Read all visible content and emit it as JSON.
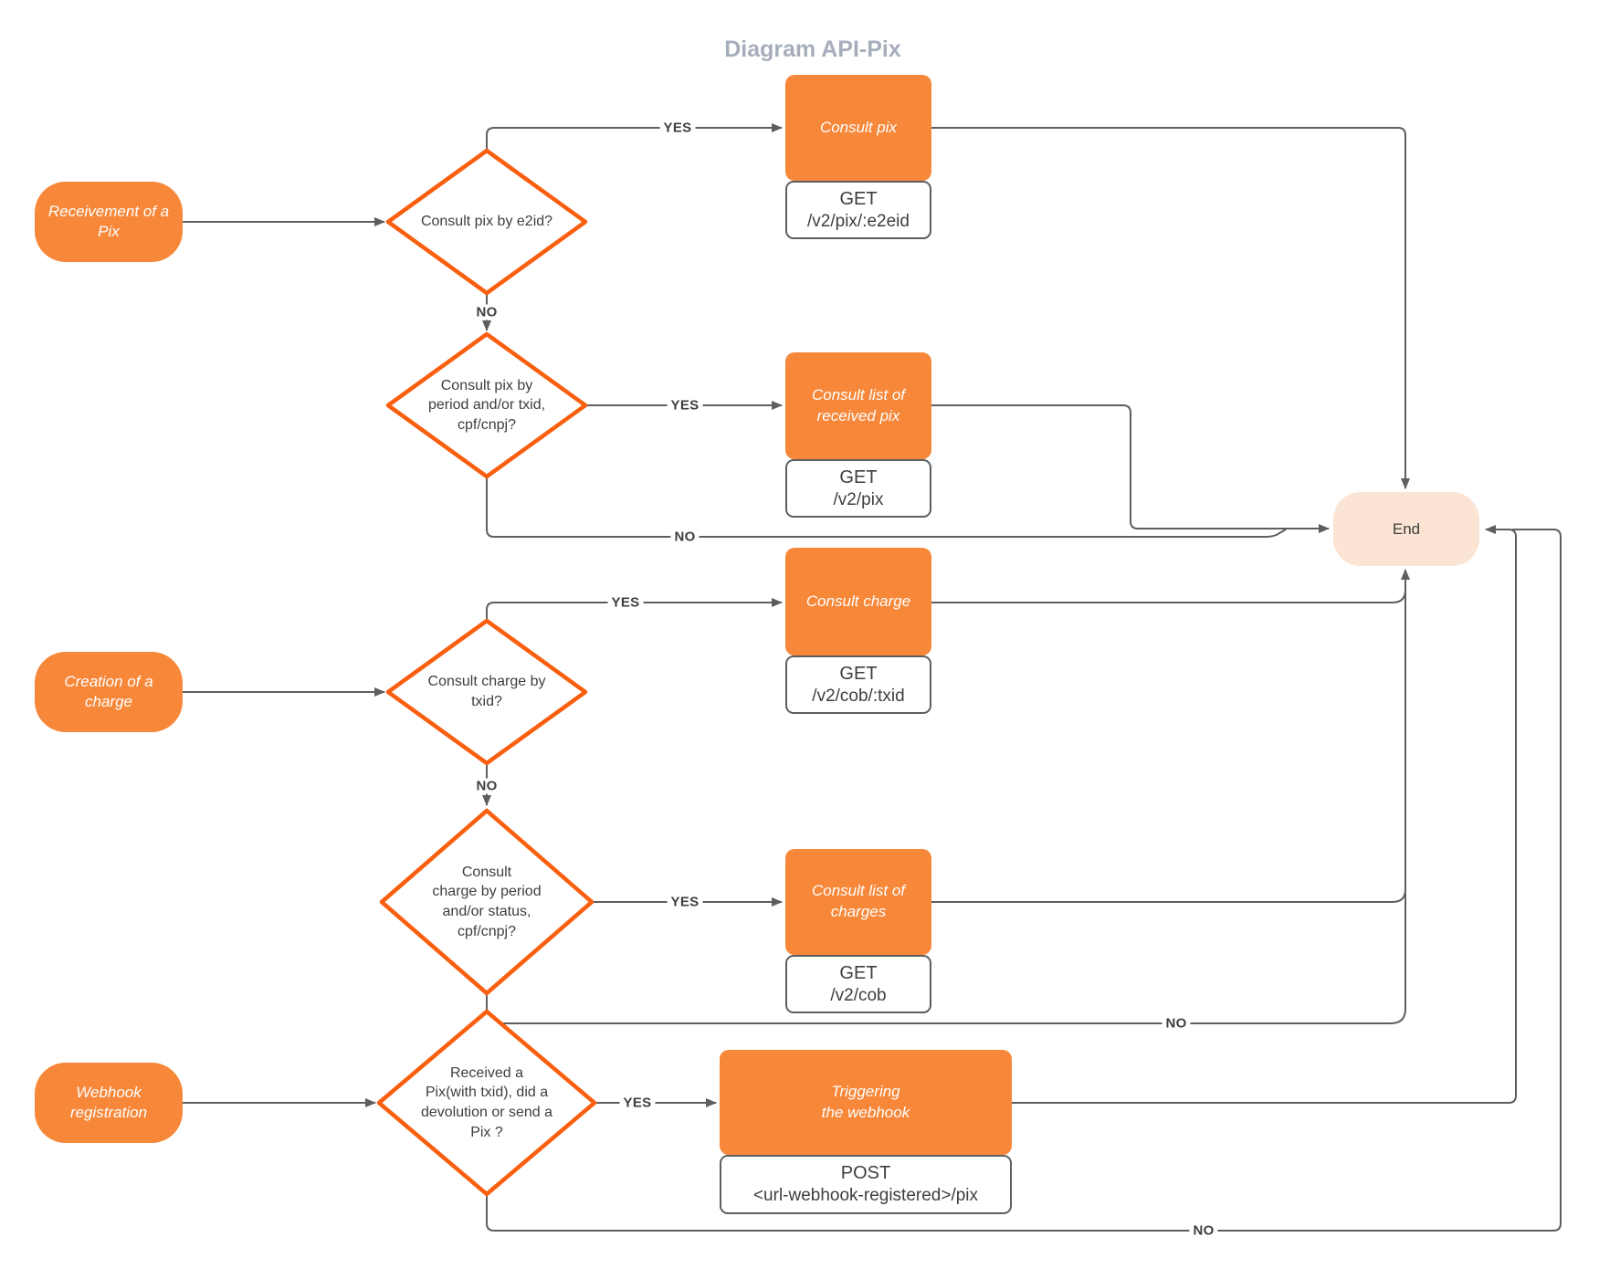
{
  "title": "Diagram API-Pix",
  "labels": {
    "yes": "YES",
    "no": "NO"
  },
  "colors": {
    "shape_orange": "#F78739",
    "diamond_border": "#F95F0E",
    "end_fill": "#FBE4D3",
    "connector": "#5E5E5E",
    "title": "#A7AEBB",
    "text_dark": "#3E3E3E"
  },
  "nodes": {
    "start_receivement": {
      "label": "Receivement of a\nPix"
    },
    "decision_pix_e2id": {
      "label": "Consult pix by e2id?"
    },
    "process_consult_pix": {
      "label": "Consult pix"
    },
    "endpoint_consult_pix": {
      "method": "GET",
      "path": "/v2/pix/:e2eid"
    },
    "decision_pix_period": {
      "label": "Consult pix by\nperiod and/or txid,\ncpf/cnpj?"
    },
    "process_consult_list_pix": {
      "label": "Consult list of\nreceived pix"
    },
    "endpoint_consult_list_pix": {
      "method": "GET",
      "path": "/v2/pix"
    },
    "start_charge": {
      "label": "Creation of a\ncharge"
    },
    "decision_charge_txid": {
      "label": "Consult charge by\ntxid?"
    },
    "process_consult_charge": {
      "label": "Consult charge"
    },
    "endpoint_consult_charge": {
      "method": "GET",
      "path": "/v2/cob/:txid"
    },
    "decision_charge_period": {
      "label": "Consult\ncharge by period\nand/or status,\ncpf/cnpj?"
    },
    "process_consult_list_charges": {
      "label": "Consult list of\ncharges"
    },
    "endpoint_consult_list_charges": {
      "method": "GET",
      "path": "/v2/cob"
    },
    "start_webhook": {
      "label": "Webhook\nregistration"
    },
    "decision_webhook": {
      "label": "Received a\nPix(with txid), did a\ndevolution or send a\nPix ?"
    },
    "process_trigger_webhook": {
      "label": "Triggering\nthe webhook"
    },
    "endpoint_trigger_webhook": {
      "method": "POST",
      "path": "<url-webhook-registered>/pix"
    },
    "end": {
      "label": "End"
    }
  }
}
